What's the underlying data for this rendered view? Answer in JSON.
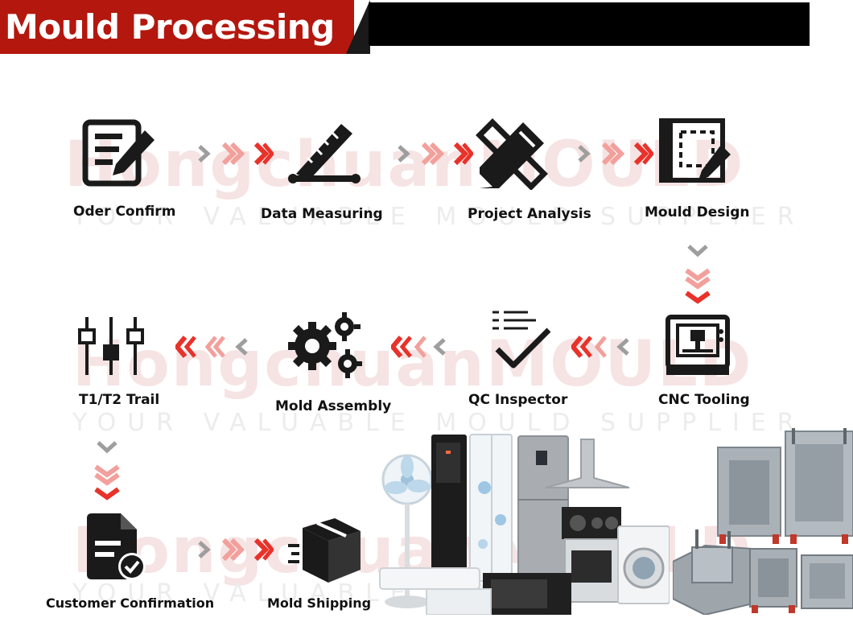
{
  "banner": {
    "title": "Mould Processing"
  },
  "watermark": {
    "brand": "HongchuanMOULD",
    "slogan": "YOUR VALUABLE MOULD SUPPLIER"
  },
  "steps": [
    {
      "label": "Oder Confirm",
      "icon": "document-pen-icon"
    },
    {
      "label": "Data Measuring",
      "icon": "ruler-icon"
    },
    {
      "label": "Project Analysis",
      "icon": "pencil-ruler-icon"
    },
    {
      "label": "Mould Design",
      "icon": "blueprint-icon"
    },
    {
      "label": "CNC Tooling",
      "icon": "cnc-machine-icon"
    },
    {
      "label": "QC Inspector",
      "icon": "checklist-icon"
    },
    {
      "label": "Mold Assembly",
      "icon": "gears-icon"
    },
    {
      "label": "T1/T2 Trail",
      "icon": "sliders-icon"
    },
    {
      "label": "Customer Confirmation",
      "icon": "approved-document-icon"
    },
    {
      "label": "Mold Shipping",
      "icon": "package-icon"
    }
  ],
  "colors": {
    "accent": "#b3170e",
    "arrow_red": "#e8322a",
    "arrow_grey": "#9e9e9e",
    "icon": "#1a1a1a"
  }
}
